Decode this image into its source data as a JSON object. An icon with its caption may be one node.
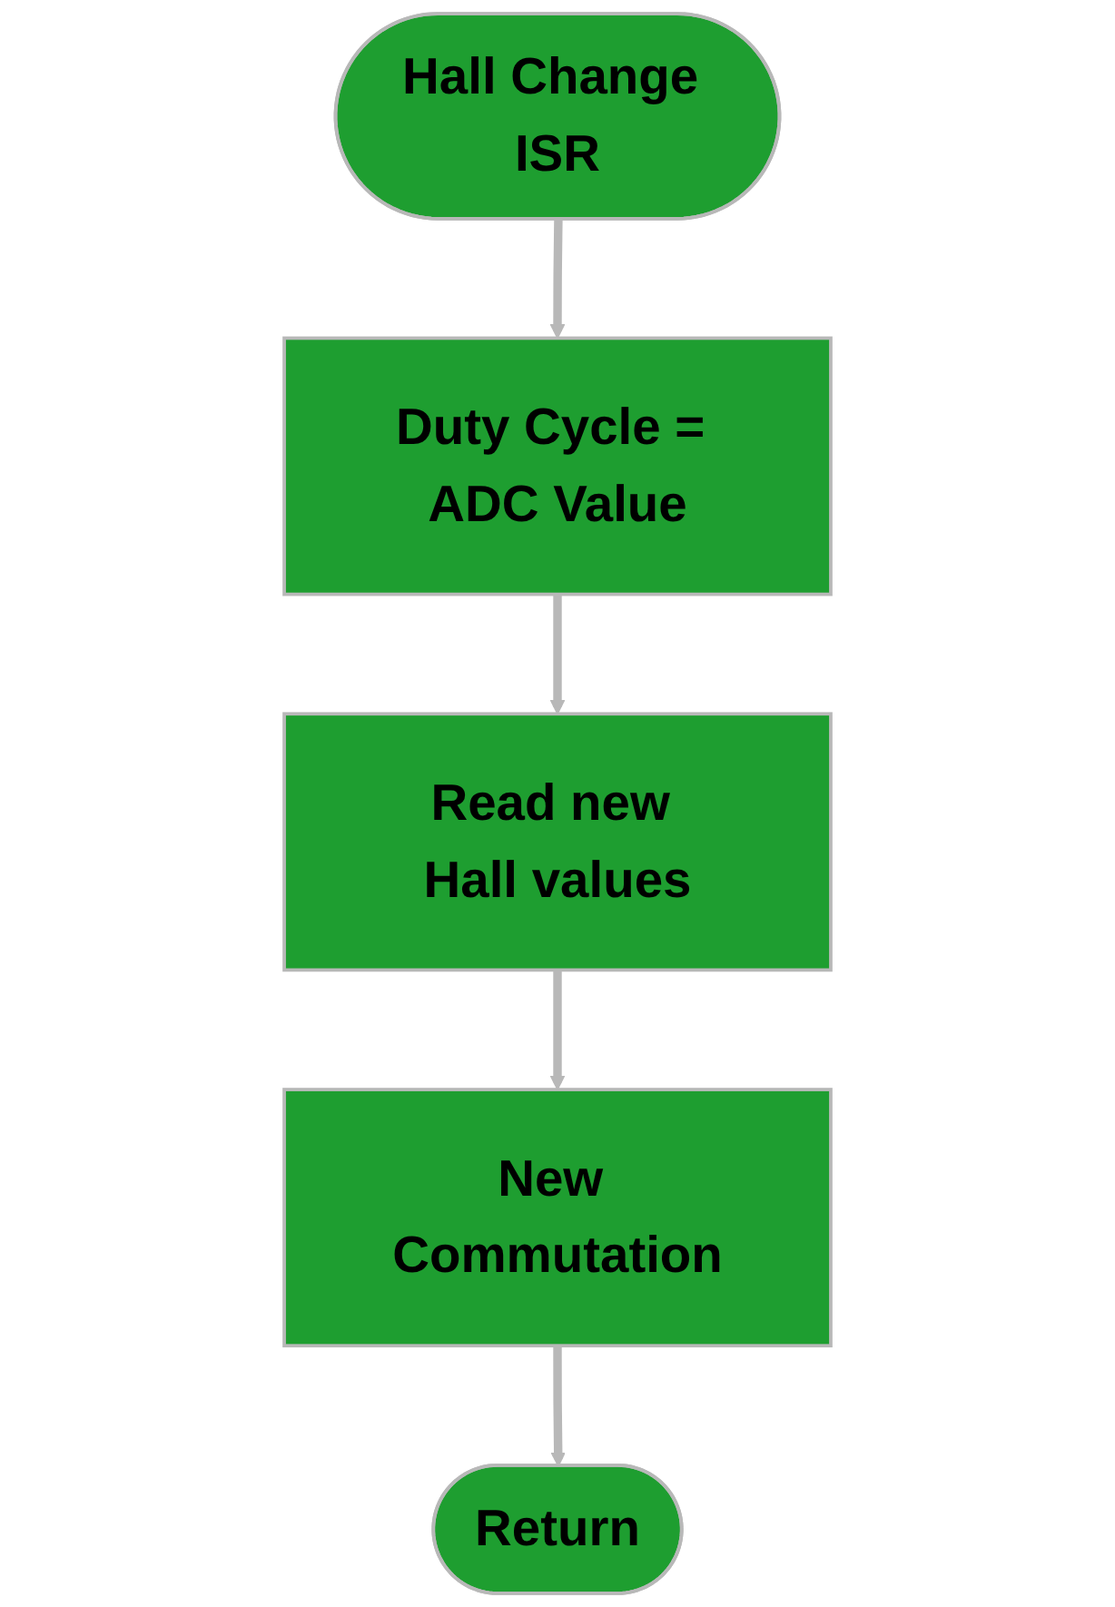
{
  "diagram": {
    "nodes": [
      {
        "text": [
          "Hall Change ISR"
        ]
      },
      {
        "text": [
          "Duty Cycle = ADC Value"
        ]
      },
      {
        "text": [
          "Read new Hall values"
        ]
      },
      {
        "text": [
          "New Commutation"
        ]
      },
      {
        "text": [
          "Return"
        ]
      }
    ],
    "edges": [
      {
        "from": 0,
        "to": 1,
        "arrow": "to"
      },
      {
        "from": 1,
        "to": 2,
        "arrow": "to"
      },
      {
        "from": 2,
        "to": 3,
        "arrow": "to"
      },
      {
        "from": 3,
        "to": 4,
        "arrow": "to"
      }
    ]
  }
}
